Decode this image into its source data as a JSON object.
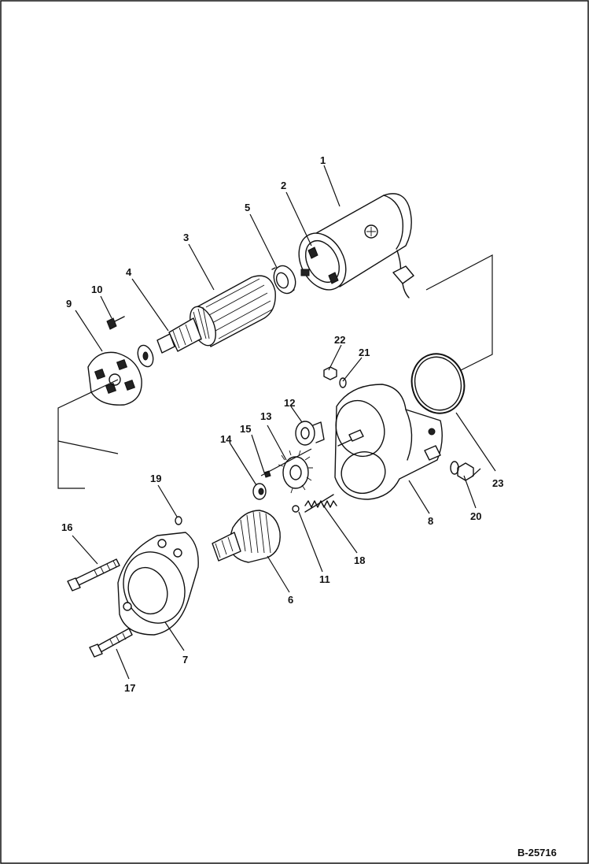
{
  "diagram": {
    "reference": "B-25716",
    "callouts": [
      "1",
      "2",
      "3",
      "4",
      "5",
      "6",
      "7",
      "8",
      "9",
      "10",
      "11",
      "12",
      "13",
      "14",
      "15",
      "16",
      "17",
      "18",
      "19",
      "20",
      "21",
      "22",
      "23"
    ]
  },
  "colors": {
    "line": "#111111",
    "background": "#ffffff"
  }
}
